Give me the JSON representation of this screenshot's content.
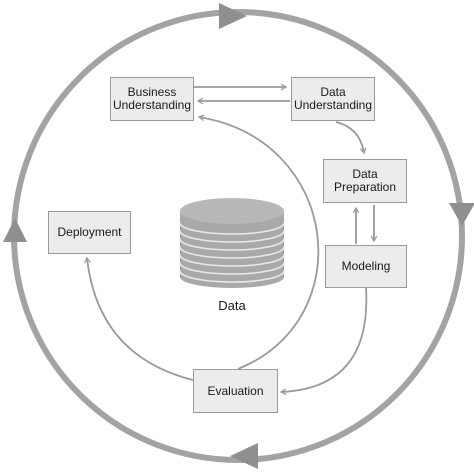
{
  "diagram": {
    "nodes": {
      "business_understanding": "Business\nUnderstanding",
      "data_understanding": "Data\nUnderstanding",
      "data_preparation": "Data\nPreparation",
      "modeling": "Modeling",
      "evaluation": "Evaluation",
      "deployment": "Deployment"
    },
    "center_label": "Data",
    "colors": {
      "stroke": "#9a9a9a",
      "box_fill": "#ececec",
      "cycle_arrow": "#8f8f8f",
      "text": "#1a1a1a"
    }
  }
}
